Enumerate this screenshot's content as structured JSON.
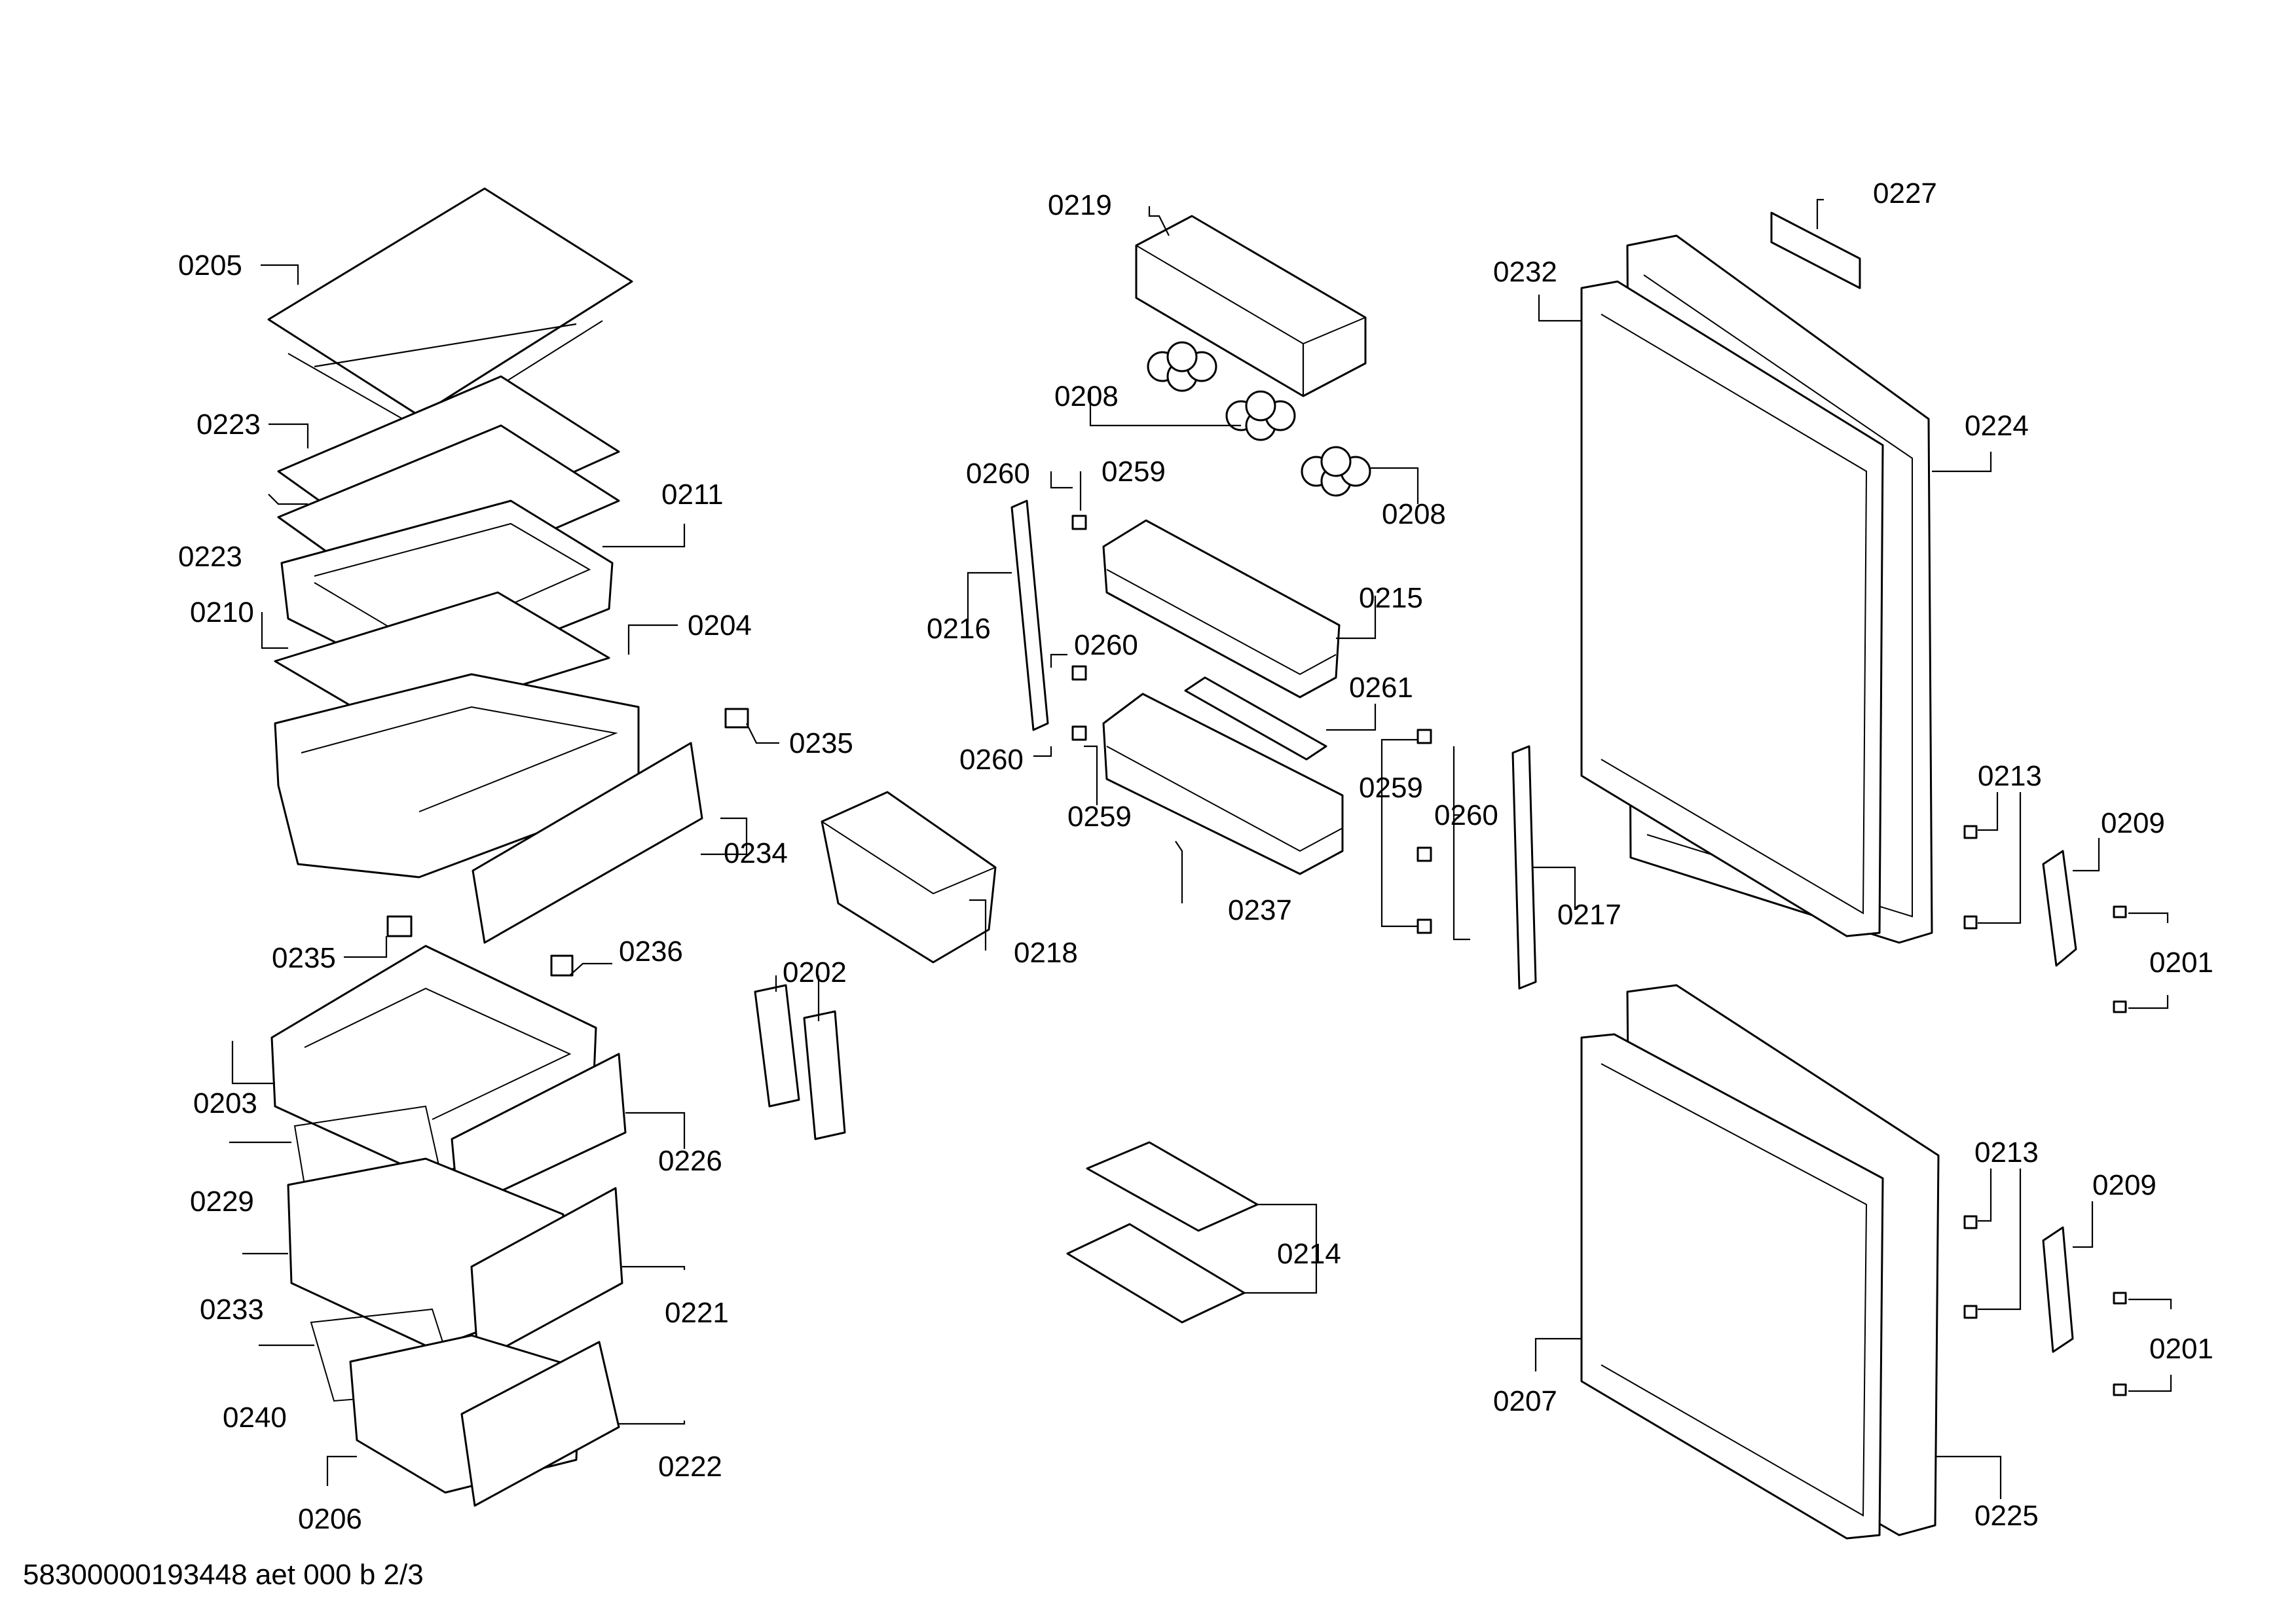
{
  "footer_text": "58300000193448 aet 000 b 2/3",
  "labels": [
    {
      "id": "0205",
      "text": "0205"
    },
    {
      "id": "0223a",
      "text": "0223"
    },
    {
      "id": "0223b",
      "text": "0223"
    },
    {
      "id": "0211",
      "text": "0211"
    },
    {
      "id": "0210",
      "text": "0210"
    },
    {
      "id": "0204",
      "text": "0204"
    },
    {
      "id": "0235a",
      "text": "0235"
    },
    {
      "id": "0234",
      "text": "0234"
    },
    {
      "id": "0235b",
      "text": "0235"
    },
    {
      "id": "0236",
      "text": "0236"
    },
    {
      "id": "0203",
      "text": "0203"
    },
    {
      "id": "0226",
      "text": "0226"
    },
    {
      "id": "0229",
      "text": "0229"
    },
    {
      "id": "0233",
      "text": "0233"
    },
    {
      "id": "0221",
      "text": "0221"
    },
    {
      "id": "0240",
      "text": "0240"
    },
    {
      "id": "0222",
      "text": "0222"
    },
    {
      "id": "0206",
      "text": "0206"
    },
    {
      "id": "0219",
      "text": "0219"
    },
    {
      "id": "0208a",
      "text": "0208"
    },
    {
      "id": "0208b",
      "text": "0208"
    },
    {
      "id": "0260a",
      "text": "0260"
    },
    {
      "id": "0259a",
      "text": "0259"
    },
    {
      "id": "0216",
      "text": "0216"
    },
    {
      "id": "0260b",
      "text": "0260"
    },
    {
      "id": "0260c",
      "text": "0260"
    },
    {
      "id": "0259b",
      "text": "0259"
    },
    {
      "id": "0215",
      "text": "0215"
    },
    {
      "id": "0261",
      "text": "0261"
    },
    {
      "id": "0237",
      "text": "0237"
    },
    {
      "id": "0259c",
      "text": "0259"
    },
    {
      "id": "0260d",
      "text": "0260"
    },
    {
      "id": "0217",
      "text": "0217"
    },
    {
      "id": "0218",
      "text": "0218"
    },
    {
      "id": "0202",
      "text": "0202"
    },
    {
      "id": "0214",
      "text": "0214"
    },
    {
      "id": "0227",
      "text": "0227"
    },
    {
      "id": "0232",
      "text": "0232"
    },
    {
      "id": "0224",
      "text": "0224"
    },
    {
      "id": "0213a",
      "text": "0213"
    },
    {
      "id": "0209a",
      "text": "0209"
    },
    {
      "id": "0201a",
      "text": "0201"
    },
    {
      "id": "0213b",
      "text": "0213"
    },
    {
      "id": "0209b",
      "text": "0209"
    },
    {
      "id": "0201b",
      "text": "0201"
    },
    {
      "id": "0207",
      "text": "0207"
    },
    {
      "id": "0225",
      "text": "0225"
    }
  ]
}
